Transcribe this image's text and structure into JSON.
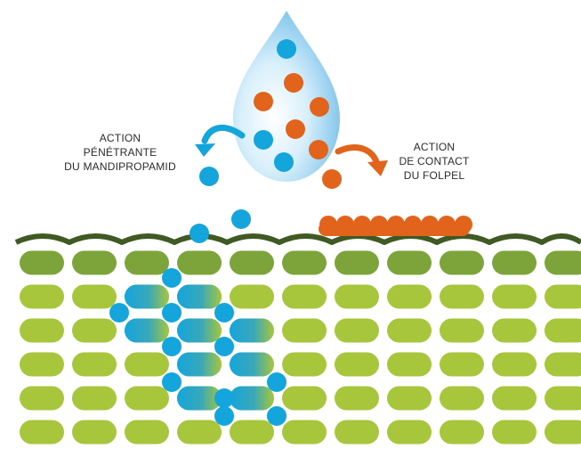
{
  "labels": {
    "penetrating_action": [
      "ACTION",
      "PÉNÉTRANTE",
      "DU MANDIPROPAMID"
    ],
    "contact_action": [
      "ACTION",
      "DE CONTACT",
      "DU FOLPEL"
    ]
  },
  "colors": {
    "leaf_dark_outline": "#3f5a23",
    "cell_dark": "#7da43a",
    "cell_light": "#a7c63c",
    "mandipropamid_blue": "#14a5dc",
    "folpel_orange": "#e2641c",
    "drop_light": "#e9f6fd",
    "drop_dark": "#7cc4ea"
  },
  "icons": {
    "drop": "water-drop-icon",
    "left_arrow": "curved-arrow-left-icon",
    "right_arrow": "curved-arrow-right-icon"
  }
}
